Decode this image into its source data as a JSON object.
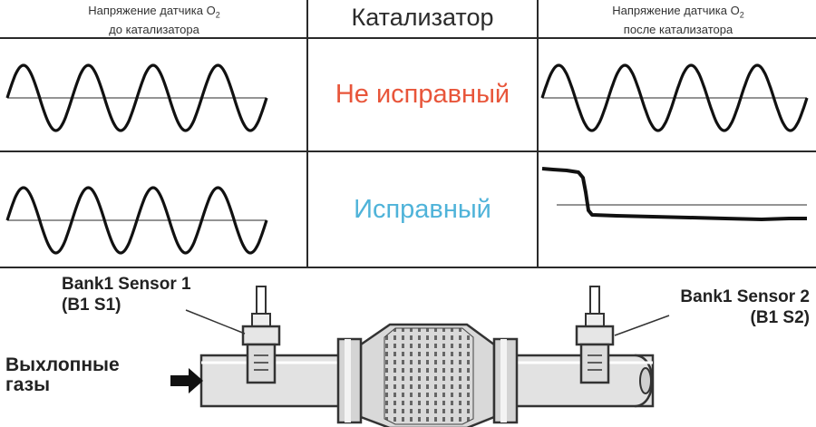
{
  "header": {
    "left_line1": "Напряжение датчика O",
    "left_sub": "2",
    "left_line2": "до катализатора",
    "center": "Катализатор",
    "right_line1": "Напряжение датчика O",
    "right_sub": "2",
    "right_line2": "после катализатора"
  },
  "rows": [
    {
      "status": "Не исправный",
      "status_color": "#e8553a"
    },
    {
      "status": "Исправный",
      "status_color": "#4fb3d9"
    }
  ],
  "diagram": {
    "sensor1_line1": "Bank1 Sensor 1",
    "sensor1_line2": "(B1 S1)",
    "sensor2_line1": "Bank1 Sensor 2",
    "sensor2_line2": "(B1 S2)",
    "exhaust_line1": "Выхлопные",
    "exhaust_line2": "газы"
  }
}
